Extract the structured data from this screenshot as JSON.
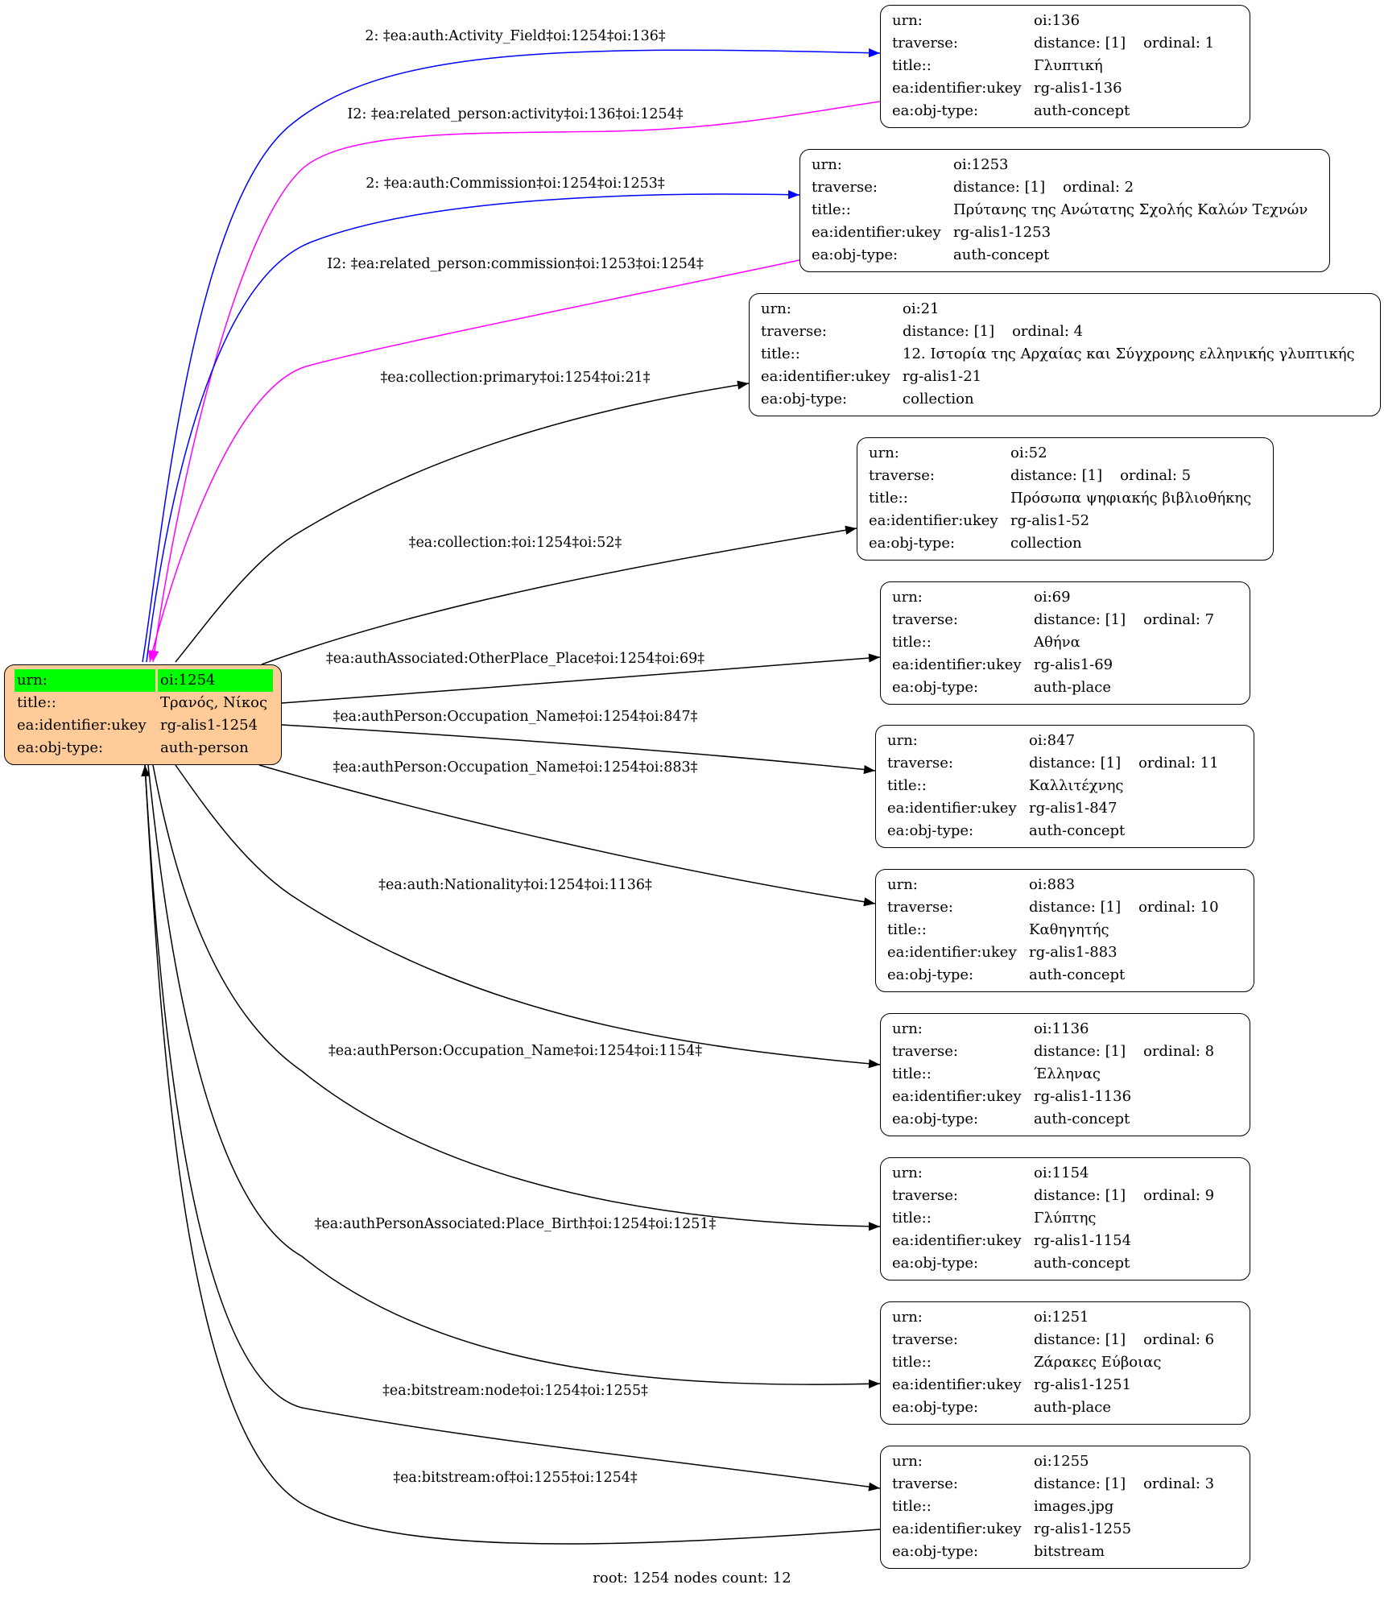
{
  "root": {
    "rows": [
      {
        "key": "urn:",
        "value": "oi:1254"
      },
      {
        "key": "title::",
        "value": "Τρανός, Νίκος"
      },
      {
        "key": "ea:identifier:ukey",
        "value": "rg-alis1-1254"
      },
      {
        "key": "ea:obj-type:",
        "value": "auth-person"
      }
    ],
    "fill": "#ffcc99",
    "highlight": "#00ff00"
  },
  "labels": {
    "urn": "urn:",
    "traverse": "traverse:",
    "title": "title::",
    "ukey": "ea:identifier:ukey",
    "objtype": "ea:obj-type:"
  },
  "nodes": [
    {
      "urn": "oi:136",
      "distance": "distance: [1]",
      "ordinal": "ordinal: 1",
      "title": "Γλυπτική",
      "ukey": "rg-alis1-136",
      "objtype": "auth-concept"
    },
    {
      "urn": "oi:1253",
      "distance": "distance: [1]",
      "ordinal": "ordinal: 2",
      "title": "Πρύτανης της Ανώτατης Σχολής Καλών Τεχνών",
      "ukey": "rg-alis1-1253",
      "objtype": "auth-concept"
    },
    {
      "urn": "oi:21",
      "distance": "distance: [1]",
      "ordinal": "ordinal: 4",
      "title": "12. Ιστορία της Αρχαίας και Σύγχρονης ελληνικής γλυπτικής",
      "ukey": "rg-alis1-21",
      "objtype": "collection"
    },
    {
      "urn": "oi:52",
      "distance": "distance: [1]",
      "ordinal": "ordinal: 5",
      "title": "Πρόσωπα ψηφιακής βιβλιοθήκης",
      "ukey": "rg-alis1-52",
      "objtype": "collection"
    },
    {
      "urn": "oi:69",
      "distance": "distance: [1]",
      "ordinal": "ordinal: 7",
      "title": "Αθήνα",
      "ukey": "rg-alis1-69",
      "objtype": "auth-place"
    },
    {
      "urn": "oi:847",
      "distance": "distance: [1]",
      "ordinal": "ordinal: 11",
      "title": "Καλλιτέχνης",
      "ukey": "rg-alis1-847",
      "objtype": "auth-concept"
    },
    {
      "urn": "oi:883",
      "distance": "distance: [1]",
      "ordinal": "ordinal: 10",
      "title": "Καθηγητής",
      "ukey": "rg-alis1-883",
      "objtype": "auth-concept"
    },
    {
      "urn": "oi:1136",
      "distance": "distance: [1]",
      "ordinal": "ordinal: 8",
      "title": "Έλληνας",
      "ukey": "rg-alis1-1136",
      "objtype": "auth-concept"
    },
    {
      "urn": "oi:1154",
      "distance": "distance: [1]",
      "ordinal": "ordinal: 9",
      "title": "Γλύπτης",
      "ukey": "rg-alis1-1154",
      "objtype": "auth-concept"
    },
    {
      "urn": "oi:1251",
      "distance": "distance: [1]",
      "ordinal": "ordinal: 6",
      "title": "Ζάρακες Εύβοιας",
      "ukey": "rg-alis1-1251",
      "objtype": "auth-place"
    },
    {
      "urn": "oi:1255",
      "distance": "distance: [1]",
      "ordinal": "ordinal: 3",
      "title": "images.jpg",
      "ukey": "rg-alis1-1255",
      "objtype": "bitstream"
    }
  ],
  "edges": [
    {
      "label": "2: ‡ea:auth:Activity_Field‡oi:1254‡oi:136‡",
      "color": "#0000ff"
    },
    {
      "label": "I2: ‡ea:related_person:activity‡oi:136‡oi:1254‡",
      "color": "#ff00ff"
    },
    {
      "label": "2: ‡ea:auth:Commission‡oi:1254‡oi:1253‡",
      "color": "#0000ff"
    },
    {
      "label": "I2: ‡ea:related_person:commission‡oi:1253‡oi:1254‡",
      "color": "#ff00ff"
    },
    {
      "label": "‡ea:collection:primary‡oi:1254‡oi:21‡",
      "color": "#000000"
    },
    {
      "label": "‡ea:collection:‡oi:1254‡oi:52‡",
      "color": "#000000"
    },
    {
      "label": "‡ea:authAssociated:OtherPlace_Place‡oi:1254‡oi:69‡",
      "color": "#000000"
    },
    {
      "label": "‡ea:authPerson:Occupation_Name‡oi:1254‡oi:847‡",
      "color": "#000000"
    },
    {
      "label": "‡ea:authPerson:Occupation_Name‡oi:1254‡oi:883‡",
      "color": "#000000"
    },
    {
      "label": "‡ea:auth:Nationality‡oi:1254‡oi:1136‡",
      "color": "#000000"
    },
    {
      "label": "‡ea:authPerson:Occupation_Name‡oi:1254‡oi:1154‡",
      "color": "#000000"
    },
    {
      "label": "‡ea:authPersonAssociated:Place_Birth‡oi:1254‡oi:1251‡",
      "color": "#000000"
    },
    {
      "label": "‡ea:bitstream:node‡oi:1254‡oi:1255‡",
      "color": "#000000"
    },
    {
      "label": "‡ea:bitstream:of‡oi:1255‡oi:1254‡",
      "color": "#000000"
    }
  ],
  "footer": "root: 1254 nodes count: 12"
}
